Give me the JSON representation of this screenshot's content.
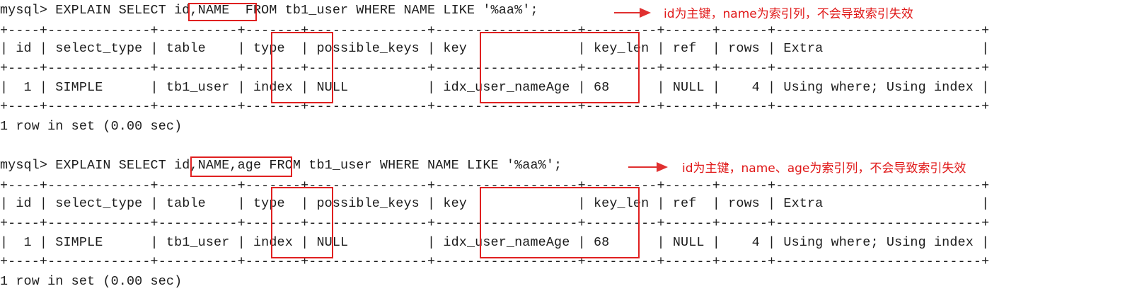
{
  "blocks": [
    {
      "command": "mysql> EXPLAIN SELECT id,NAME  FROM tb1_user WHERE NAME LIKE '%aa%';",
      "annotation": "id为主键，name为索引列，不会导致索引失效",
      "border": "+----+-------------+----------+-------+---------------+------------------+---------+------+------+--------------------------+",
      "header": "| id | select_type | table    | type  | possible_keys | key              | key_len | ref  | rows | Extra                    |",
      "row": "|  1 | SIMPLE      | tb1_user | index | NULL          | idx_user_nameAge | 68      | NULL |    4 | Using where; Using index |",
      "footer": "1 row in set (0.00 sec)"
    },
    {
      "command": "mysql> EXPLAIN SELECT id,NAME,age FROM tb1_user WHERE NAME LIKE '%aa%';",
      "annotation": "id为主键，name、age为索引列，不会导致索引失效",
      "border": "+----+-------------+----------+-------+---------------+------------------+---------+------+------+--------------------------+",
      "header": "| id | select_type | table    | type  | possible_keys | key              | key_len | ref  | rows | Extra                    |",
      "row": "|  1 | SIMPLE      | tb1_user | index | NULL          | idx_user_nameAge | 68      | NULL |    4 | Using where; Using index |",
      "footer": "1 row in set (0.00 sec)"
    }
  ],
  "colors": {
    "highlight": "#e02020",
    "annotation": "#e01818",
    "text": "#1c1c1c"
  }
}
